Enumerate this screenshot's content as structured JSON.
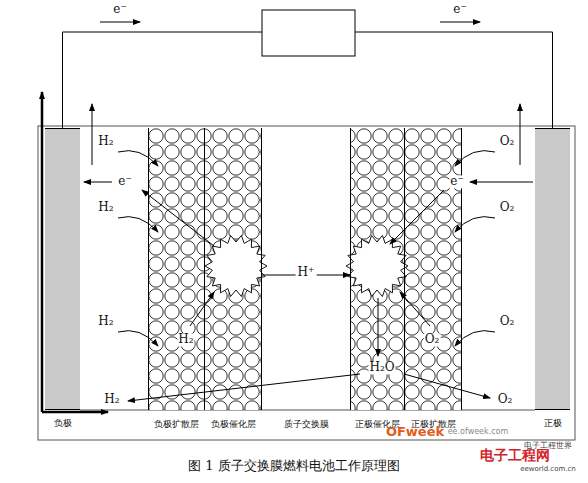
{
  "diagram": {
    "caption": "图 1 质子交换膜燃料电池工作原理图",
    "nodes": [
      {
        "text": [
          "负极"
        ]
      },
      {
        "text": [
          "负极扩散层"
        ]
      },
      {
        "text": [
          "负极催化层"
        ]
      },
      {
        "text": [
          "质子交换膜"
        ]
      },
      {
        "text": [
          "正极催化层"
        ]
      },
      {
        "text": [
          "正极扩散层"
        ]
      },
      {
        "text": [
          "正极"
        ]
      }
    ],
    "edges": [
      {
        "from": 2,
        "to": 4,
        "label": "H⁺",
        "arrow": "to"
      },
      {
        "from": 0,
        "to": 6,
        "arrow": "none"
      }
    ],
    "labels": [
      "e⁻",
      "e⁻",
      "H₂",
      "O₂",
      "e⁻",
      "e⁻",
      "H₂",
      "O₂",
      "H₂",
      "O₂",
      "H₂",
      "O₂",
      "H₂O",
      "H₂",
      "O₂",
      "OFweek",
      "ee.ofweek.com",
      "电子工程网",
      "电子工程世界",
      "eeworld.com.cn"
    ]
  }
}
